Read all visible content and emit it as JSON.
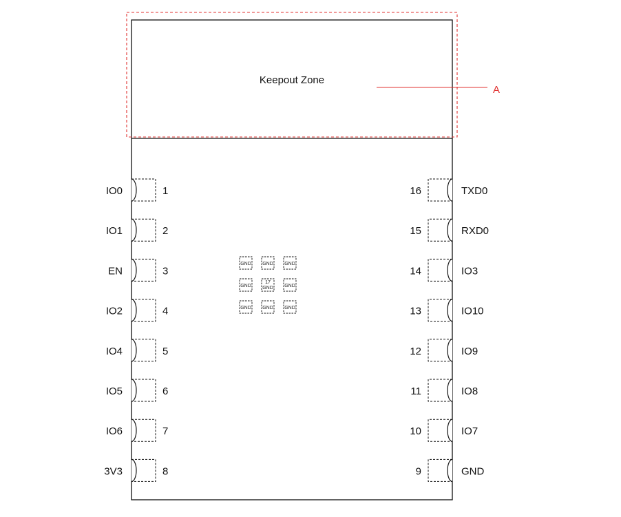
{
  "diagram": {
    "keepout_label": "Keepout Zone",
    "callout_label": "A",
    "accent_color": "#e0302f",
    "left_pins": [
      {
        "num": "1",
        "name": "IO0"
      },
      {
        "num": "2",
        "name": "IO1"
      },
      {
        "num": "3",
        "name": "EN"
      },
      {
        "num": "4",
        "name": "IO2"
      },
      {
        "num": "5",
        "name": "IO4"
      },
      {
        "num": "6",
        "name": "IO5"
      },
      {
        "num": "7",
        "name": "IO6"
      },
      {
        "num": "8",
        "name": "3V3"
      }
    ],
    "right_pins": [
      {
        "num": "16",
        "name": "TXD0"
      },
      {
        "num": "15",
        "name": "RXD0"
      },
      {
        "num": "14",
        "name": "IO3"
      },
      {
        "num": "13",
        "name": "IO10"
      },
      {
        "num": "12",
        "name": "IO9"
      },
      {
        "num": "11",
        "name": "IO8"
      },
      {
        "num": "10",
        "name": "IO7"
      },
      {
        "num": "9",
        "name": "GND"
      }
    ],
    "gnd_pads": [
      {
        "label": "GND"
      },
      {
        "label": "GND"
      },
      {
        "label": "GND"
      },
      {
        "label": "GND"
      },
      {
        "label": "GND",
        "num": "17"
      },
      {
        "label": "GND"
      },
      {
        "label": "GND"
      },
      {
        "label": "GND"
      },
      {
        "label": "GND"
      }
    ]
  }
}
